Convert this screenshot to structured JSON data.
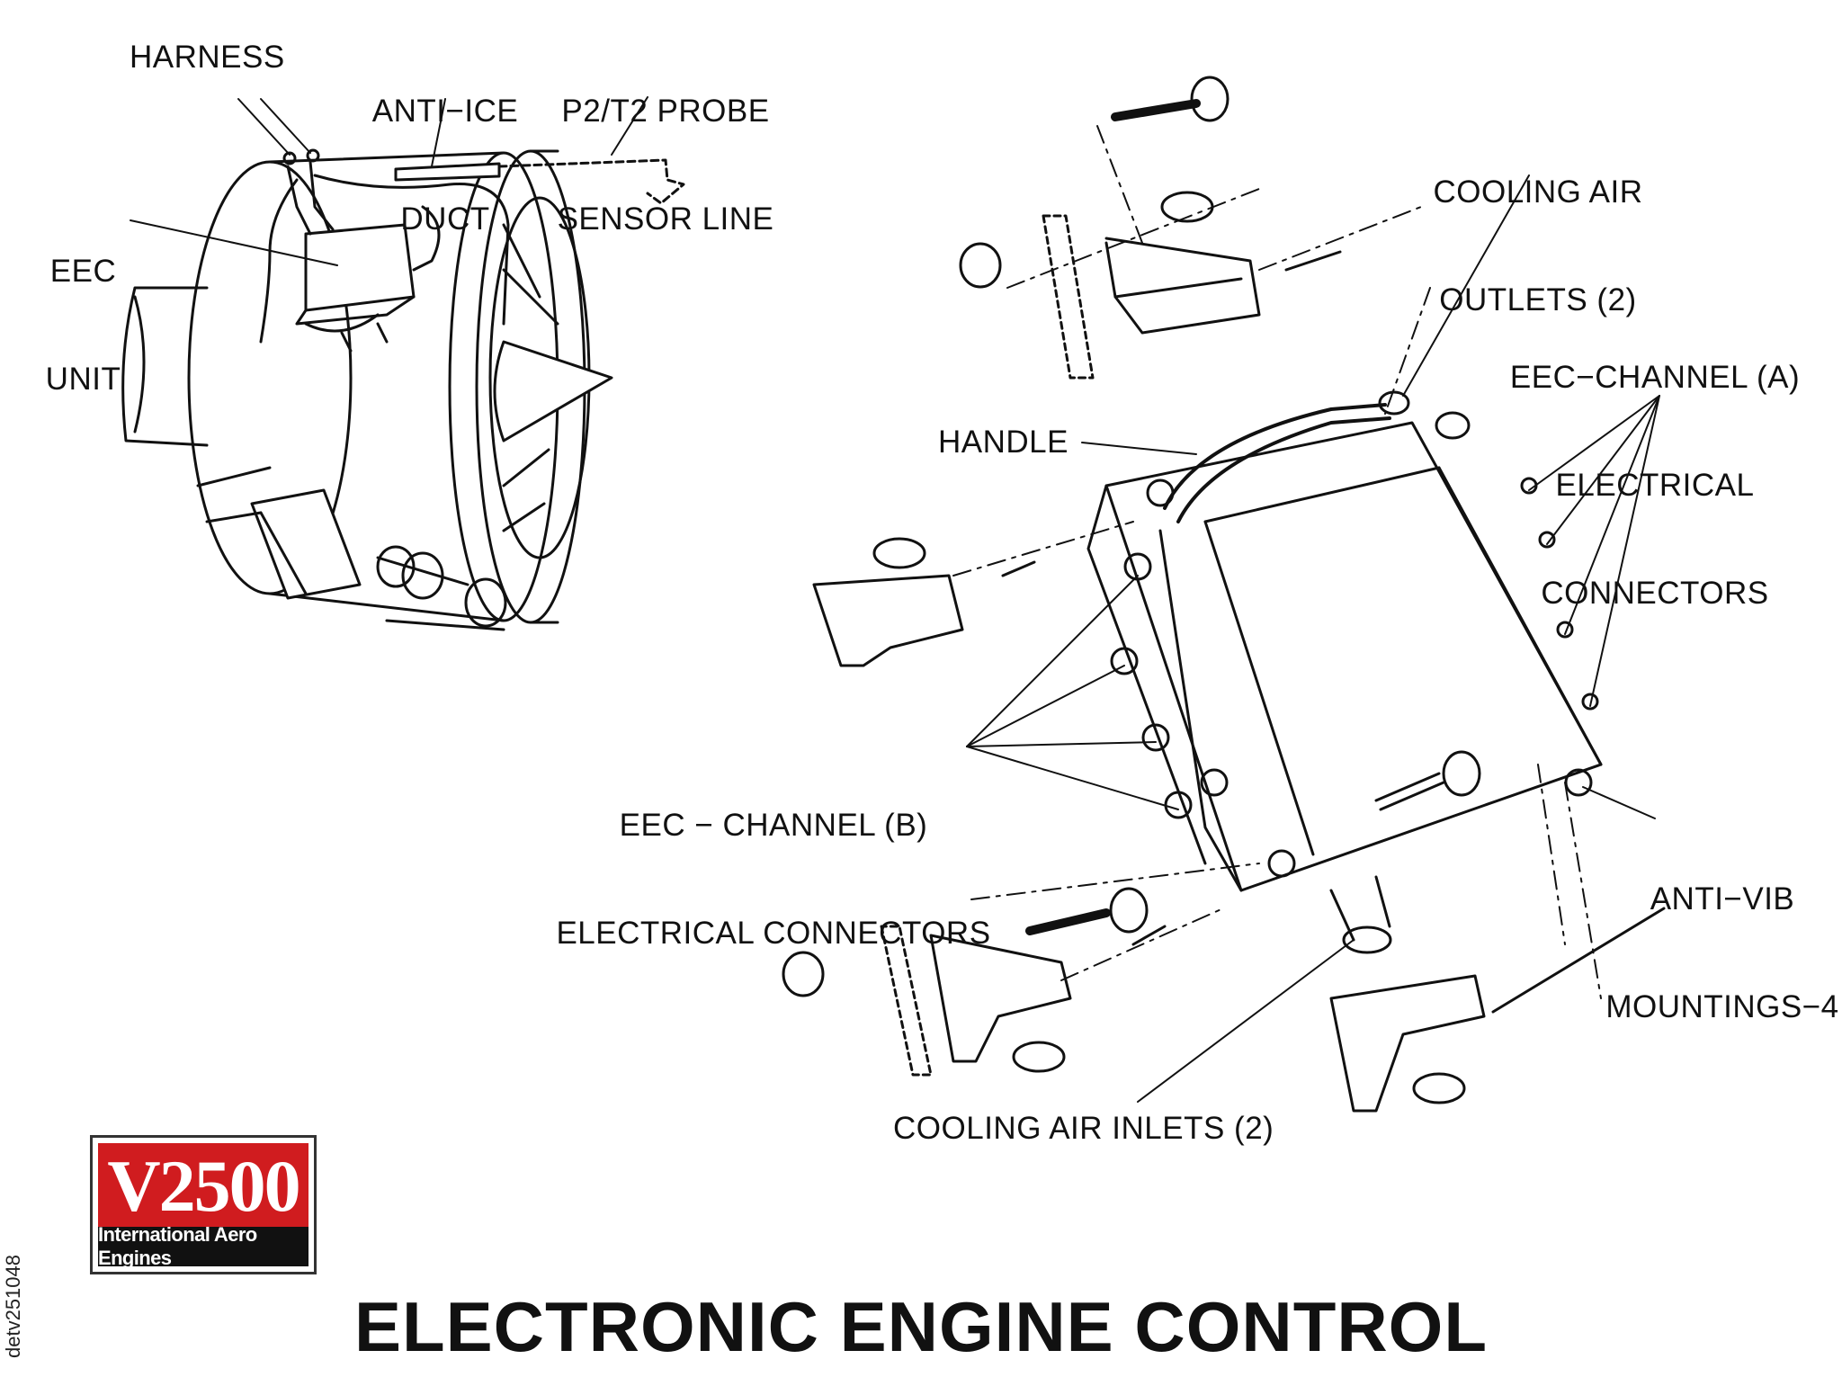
{
  "labels": {
    "harness": "HARNESS",
    "anti_ice_duct": [
      "ANTI−ICE",
      "DUCT"
    ],
    "p2t2_probe": [
      "P2/T2 PROBE",
      "SENSOR LINE"
    ],
    "eec_unit": [
      "EEC",
      "UNIT"
    ],
    "cooling_air_outlets": [
      "COOLING AIR",
      "OUTLETS (2)"
    ],
    "eec_channel_a": [
      "EEC−CHANNEL (A)",
      "ELECTRICAL",
      "CONNECTORS"
    ],
    "handle": "HANDLE",
    "eec_channel_b": [
      "EEC − CHANNEL (B)",
      "ELECTRICAL CONNECTORS"
    ],
    "anti_vib": [
      "ANTI−VIB",
      "MOUNTINGS−4"
    ],
    "cooling_air_inlets": "COOLING AIR INLETS (2)"
  },
  "logo": {
    "mark": "V2500",
    "subtitle": "International Aero Engines",
    "colors": {
      "band": "#d01c1f",
      "sub": "#111111"
    }
  },
  "doc_code": "detv251048",
  "title": "ELECTRONIC ENGINE CONTROL"
}
